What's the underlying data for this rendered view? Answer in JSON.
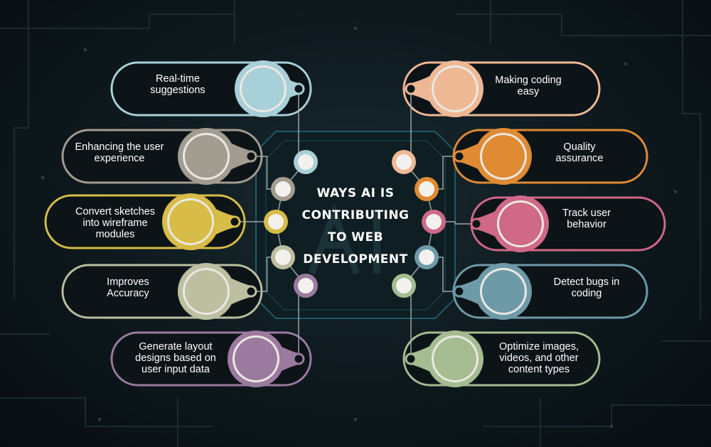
{
  "title": [
    "WAYS AI IS",
    "CONTRIBUTING",
    "TO WEB",
    "DEVELOPMENT"
  ],
  "colors": {
    "background": "#0b1418",
    "chip_outline": "#1e5a66",
    "connector": "#9aa4a8",
    "light_blue": "#a8d0d8",
    "taupe": "#a39c90",
    "yellow": "#d8bc48",
    "sage": "#bcbfa0",
    "purple": "#9b7aa0",
    "peach": "#efb895",
    "orange": "#e08a34",
    "pink": "#d06888",
    "steel_blue": "#6e9aa8",
    "green": "#a4bc90"
  },
  "left_items": [
    {
      "label": "Real-time\nsuggestions",
      "color": "#a8d0d8"
    },
    {
      "label": "Enhancing the user\nexperience",
      "color": "#a39c90"
    },
    {
      "label": "Convert sketches\ninto wireframe\nmodules",
      "color": "#d8bc48"
    },
    {
      "label": "Improves\nAccuracy",
      "color": "#bcbfa0"
    },
    {
      "label": "Generate layout\ndesigns based on\nuser input data",
      "color": "#9b7aa0"
    }
  ],
  "right_items": [
    {
      "label": "Making coding\neasy",
      "color": "#efb895"
    },
    {
      "label": "Quality\nassurance",
      "color": "#e08a34"
    },
    {
      "label": "Track user\nbehavior",
      "color": "#d06888"
    },
    {
      "label": "Detect bugs in\ncoding",
      "color": "#6e9aa8"
    },
    {
      "label": "Optimize images,\nvideos, and other\ncontent types",
      "color": "#a4bc90"
    }
  ]
}
